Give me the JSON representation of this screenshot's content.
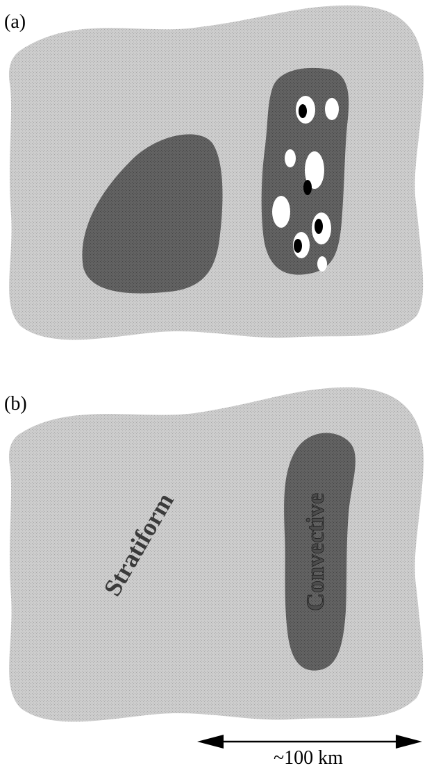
{
  "panels": [
    {
      "label": "(a)"
    },
    {
      "label": "(b)",
      "region_labels": {
        "stratiform": "Stratiform",
        "convective": "Convective"
      }
    }
  ],
  "scale_bar": {
    "label": "~100 km"
  },
  "colors": {
    "light_region": "#c9c9c9",
    "dark_region": "#5c5c5c",
    "core_fill": "#ffffff",
    "core_center": "#000000",
    "text": "#000000"
  }
}
